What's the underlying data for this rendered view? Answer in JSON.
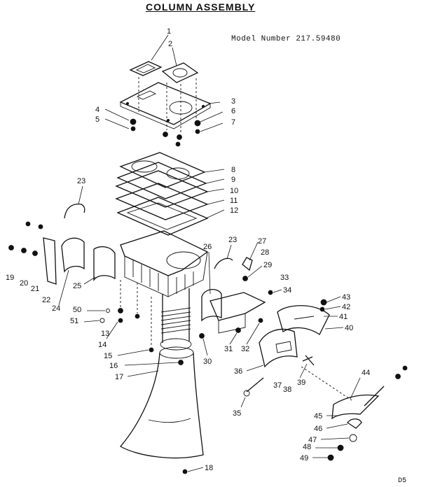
{
  "title": "COLUMN ASSEMBLY",
  "model_number": "Model Number 217.59480",
  "corner_code": "D5",
  "callouts": [
    "1",
    "2",
    "3",
    "4",
    "5",
    "6",
    "7",
    "8",
    "9",
    "10",
    "11",
    "12",
    "13",
    "14",
    "15",
    "16",
    "17",
    "18",
    "19",
    "20",
    "21",
    "22",
    "23",
    "23",
    "24",
    "25",
    "26",
    "27",
    "28",
    "29",
    "30",
    "31",
    "32",
    "33",
    "34",
    "35",
    "36",
    "37",
    "38",
    "39",
    "40",
    "41",
    "42",
    "43",
    "44",
    "45",
    "46",
    "47",
    "48",
    "49",
    "50",
    "51"
  ]
}
